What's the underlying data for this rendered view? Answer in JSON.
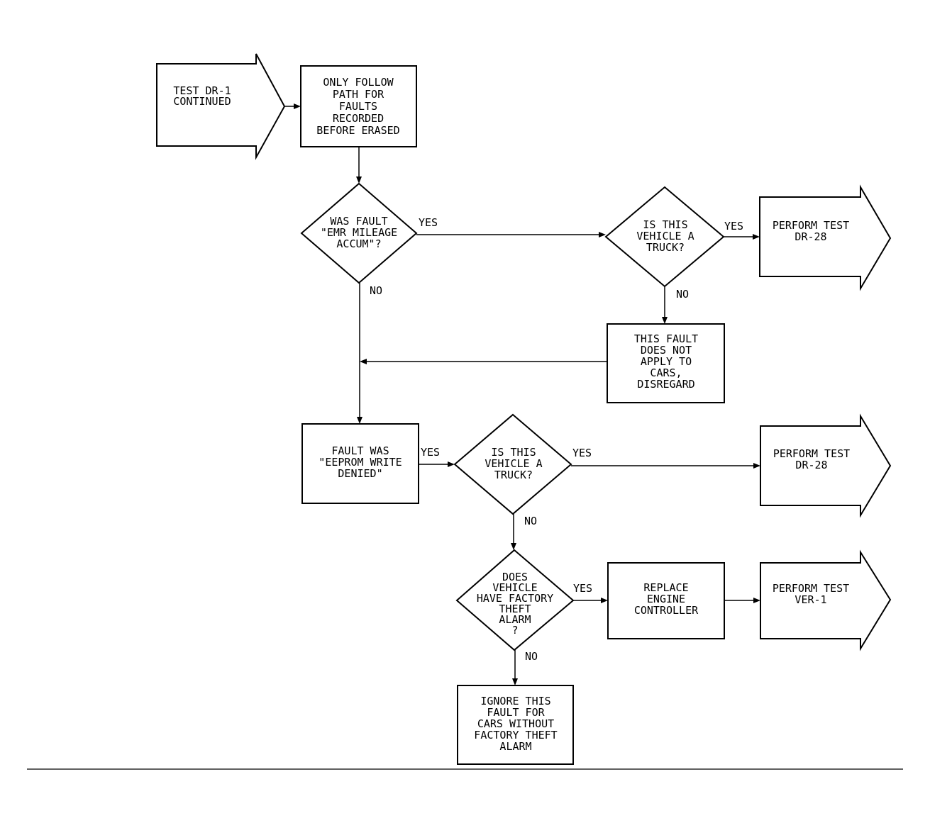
{
  "diagram": {
    "start_arrow": {
      "lines": [
        "TEST DR-1",
        "CONTINUED"
      ]
    },
    "box_only_follow": {
      "lines": [
        "ONLY FOLLOW",
        "PATH FOR",
        "FAULTS",
        "RECORDED",
        "BEFORE ERASED"
      ]
    },
    "decision_emr": {
      "lines": [
        "WAS FAULT",
        "\"EMR MILEAGE",
        "ACCUM\"?"
      ]
    },
    "decision_truck_1": {
      "lines": [
        "IS THIS",
        "VEHICLE A",
        "TRUCK?"
      ]
    },
    "perform_dr28_top": {
      "lines": [
        "PERFORM TEST",
        "DR-28"
      ]
    },
    "box_not_apply": {
      "lines": [
        "THIS FAULT",
        "DOES NOT",
        "APPLY TO",
        "CARS,",
        "DISREGARD"
      ]
    },
    "box_eeprom": {
      "lines": [
        "FAULT WAS",
        "\"EEPROM WRITE",
        "DENIED\""
      ]
    },
    "decision_truck_2": {
      "lines": [
        "IS THIS",
        "VEHICLE A",
        "TRUCK?"
      ]
    },
    "perform_dr28_mid": {
      "lines": [
        "PERFORM TEST",
        "DR-28"
      ]
    },
    "decision_theft": {
      "lines": [
        "DOES",
        "VEHICLE",
        "HAVE FACTORY",
        "THEFT",
        "ALARM",
        "?"
      ]
    },
    "box_replace": {
      "lines": [
        "REPLACE",
        "ENGINE",
        "CONTROLLER"
      ]
    },
    "perform_ver1": {
      "lines": [
        "PERFORM TEST",
        "VER-1"
      ]
    },
    "box_ignore": {
      "lines": [
        "IGNORE THIS",
        "FAULT FOR",
        "CARS WITHOUT",
        "FACTORY THEFT",
        "ALARM"
      ]
    },
    "labels": {
      "emr_yes": "YES",
      "emr_no": "NO",
      "truck1_yes": "YES",
      "truck1_no": "NO",
      "eeprom_yes": "YES",
      "truck2_yes": "YES",
      "truck2_no": "NO",
      "theft_yes": "YES",
      "theft_no": "NO"
    }
  }
}
